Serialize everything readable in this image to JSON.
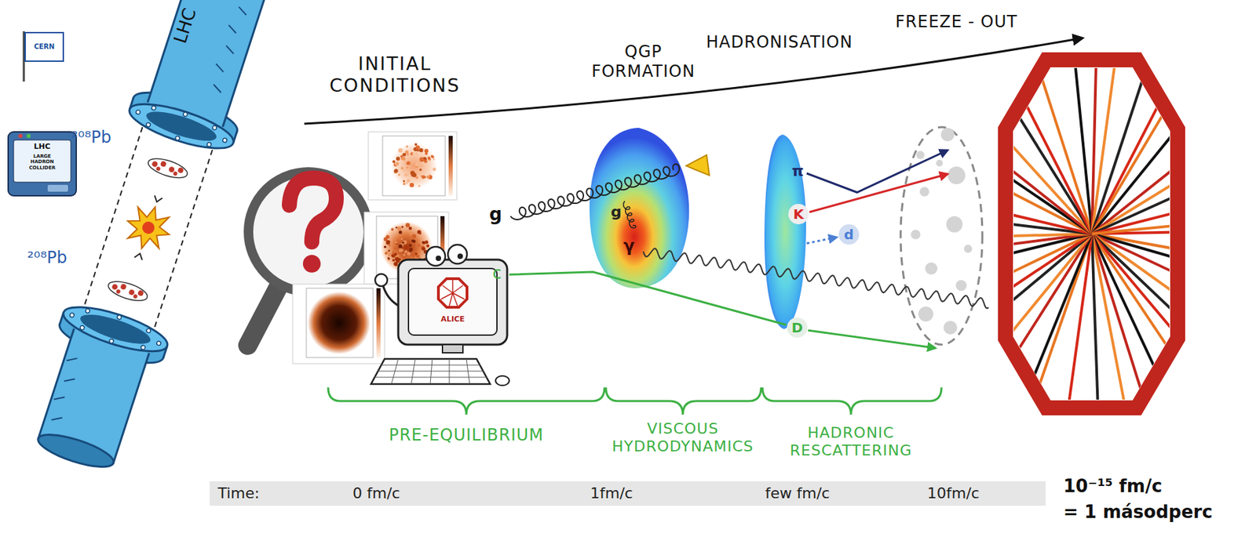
{
  "diagram": {
    "nodes": [
      {
        "text": [
          "Time:",
          "0 fm/c",
          "1fm/c",
          "few fm/c",
          "10fm/c"
        ]
      },
      {
        "text": [
          "K"
        ]
      },
      {
        "text": [
          "d"
        ]
      },
      {
        "text": [
          "D"
        ]
      }
    ],
    "labels": [
      "CERN",
      "LHC",
      "LARGE HADRON COLLIDER",
      "LHC",
      "²⁰⁸Pb",
      "²⁰⁸Pb",
      "INITIAL CONDITIONS",
      "QGP FORMATION",
      "HADRONISATION",
      "FREEZE - OUT",
      "g",
      "g",
      "c",
      "γ",
      "π",
      "ALICE",
      "PRE-EQUILIBRIUM",
      "VISCOUS HYDRODYNAMICS",
      "HADRONIC RESCATTERING",
      "10⁻¹⁵ fm/c",
      "= 1 másodperc"
    ]
  }
}
